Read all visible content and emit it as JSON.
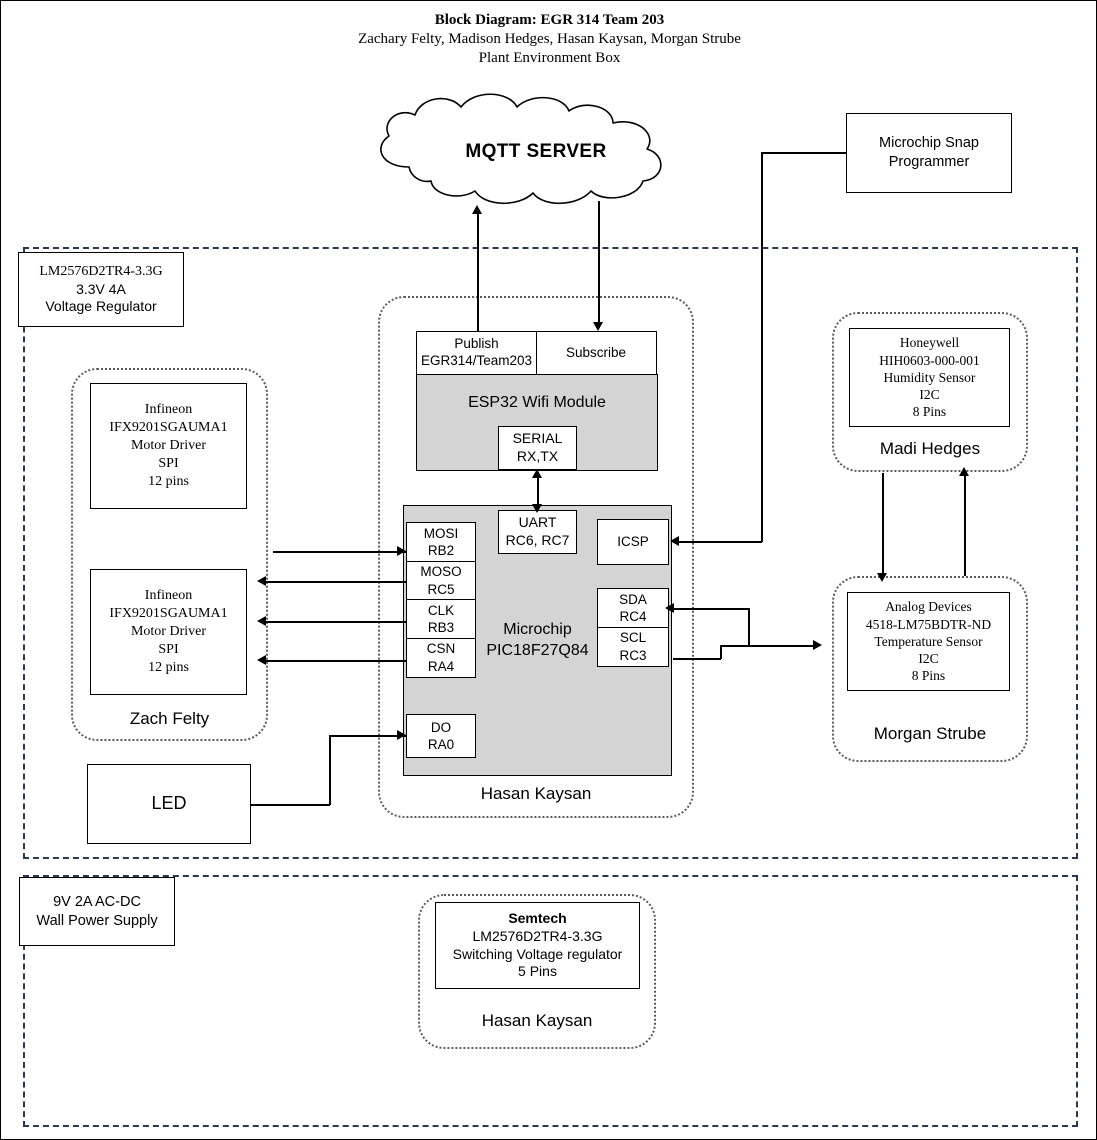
{
  "title": {
    "main": "Block Diagram: EGR 314 Team 203",
    "authors": "Zachary Felty, Madison Hedges, Hasan Kaysan, Morgan Strube",
    "project": "Plant Environment Box"
  },
  "colors": {
    "shaded_fill": "#d4d4d4",
    "dashed_border": "#29394f",
    "dotted_group": "#5c5c5c",
    "line": "#000000"
  },
  "cloud": {
    "label": "MQTT SERVER"
  },
  "programmer": {
    "line1": "Microchip Snap",
    "line2": "Programmer"
  },
  "voltage_regulator_top": {
    "line1": "LM2576D2TR4-3.3G",
    "line2": "3.3V 4A",
    "line3": "Voltage Regulator"
  },
  "zach_group": {
    "label": "Zach Felty",
    "drivers": [
      {
        "line1": "Infineon",
        "line2": "IFX9201SGAUMA1",
        "line3": "Motor Driver",
        "line4": "SPI",
        "line5": "12 pins"
      },
      {
        "line1": "Infineon",
        "line2": "IFX9201SGAUMA1",
        "line3": "Motor Driver",
        "line4": "SPI",
        "line5": "12 pins"
      }
    ]
  },
  "led": {
    "label": "LED"
  },
  "hasan_group_top": {
    "label": "Hasan Kaysan",
    "esp32": {
      "publish_title": "Publish",
      "publish_topic": "EGR314/Team203",
      "subscribe": "Subscribe",
      "module_label": "ESP32 Wifi Module",
      "serial_line1": "SERIAL",
      "serial_line2": "RX,TX"
    },
    "mcu": {
      "name_line1": "Microchip",
      "name_line2": "PIC18F27Q84",
      "pins_left": [
        {
          "signal": "MOSI",
          "pin": "RB2"
        },
        {
          "signal": "MOSO",
          "pin": "RC5"
        },
        {
          "signal": "CLK",
          "pin": "RB3"
        },
        {
          "signal": "CSN",
          "pin": "RA4"
        }
      ],
      "pin_uart": {
        "signal": "UART",
        "pin": "RC6, RC7"
      },
      "pin_do": {
        "signal": "DO",
        "pin": "RA0"
      },
      "pins_right": [
        {
          "signal": "ICSP",
          "pin": ""
        },
        {
          "signal": "SDA",
          "pin": "RC4"
        },
        {
          "signal": "SCL",
          "pin": "RC3"
        }
      ]
    }
  },
  "madi_group": {
    "label": "Madi Hedges",
    "sensor": {
      "line1": "Honeywell",
      "line2": "HIH0603-000-001",
      "line3": "Humidity Sensor",
      "line4": "I2C",
      "line5": "8 Pins"
    }
  },
  "morgan_group": {
    "label": "Morgan Strube",
    "sensor": {
      "line1": "Analog Devices",
      "line2": "4518-LM75BDTR-ND",
      "line3": "Temperature Sensor",
      "line4": "I2C",
      "line5": "8 Pins"
    }
  },
  "power_supply": {
    "line1": "9V 2A AC-DC",
    "line2": "Wall Power Supply"
  },
  "hasan_group_bottom": {
    "label": "Hasan Kaysan",
    "regulator": {
      "line1": "Semtech",
      "line2": "LM2576D2TR4-3.3G",
      "line3": "Switching Voltage regulator",
      "line4": "5 Pins"
    }
  }
}
